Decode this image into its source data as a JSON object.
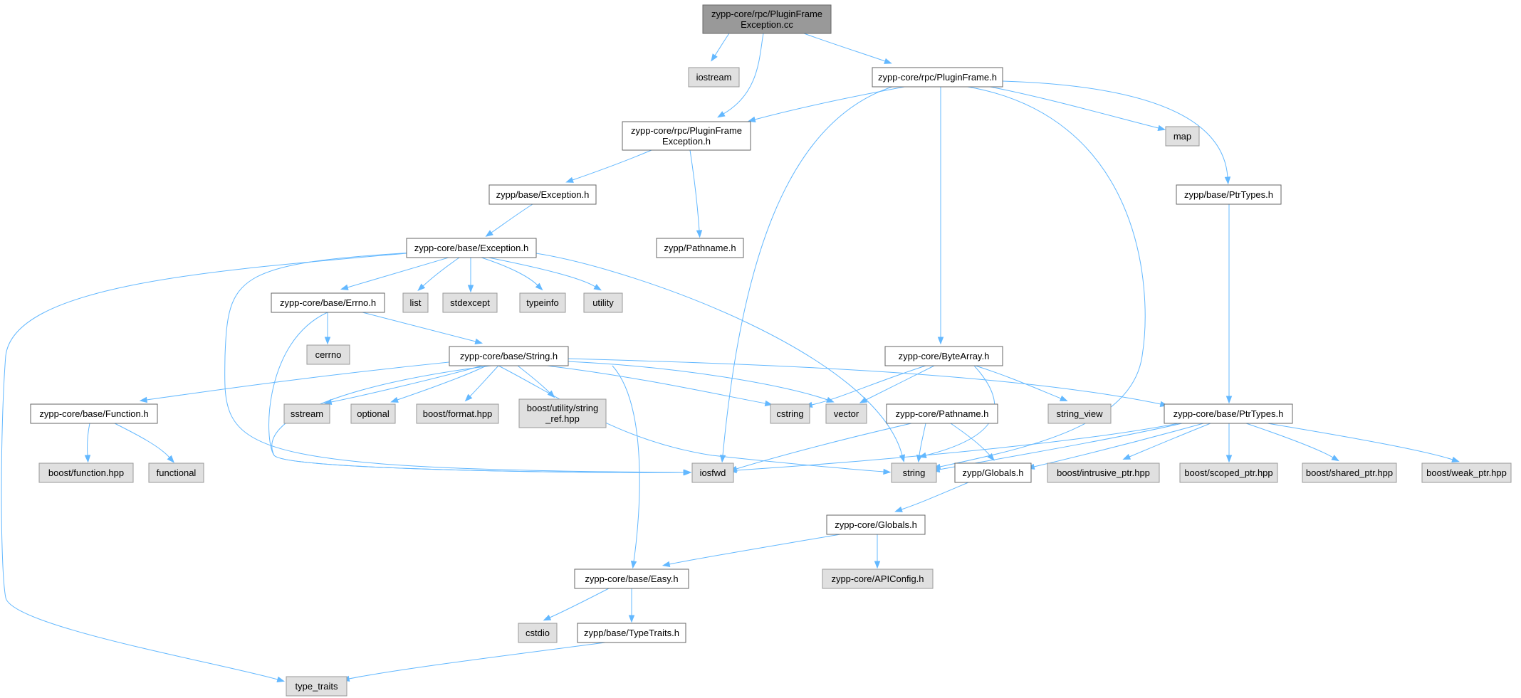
{
  "graph": {
    "nodes": [
      {
        "id": "root",
        "kind": "root",
        "lines": [
          "zypp-core/rpc/PluginFrame",
          "Exception.cc"
        ]
      },
      {
        "id": "iostream",
        "kind": "ext",
        "lines": [
          "iostream"
        ]
      },
      {
        "id": "pf_h",
        "kind": "file",
        "lines": [
          "zypp-core/rpc/PluginFrame.h"
        ]
      },
      {
        "id": "pfe_h",
        "kind": "file",
        "lines": [
          "zypp-core/rpc/PluginFrame",
          "Exception.h"
        ]
      },
      {
        "id": "map",
        "kind": "ext",
        "lines": [
          "map"
        ]
      },
      {
        "id": "zb_exc",
        "kind": "file",
        "lines": [
          "zypp/base/Exception.h"
        ]
      },
      {
        "id": "zb_ptr",
        "kind": "file",
        "lines": [
          "zypp/base/PtrTypes.h"
        ]
      },
      {
        "id": "zcb_exc",
        "kind": "file",
        "lines": [
          "zypp-core/base/Exception.h"
        ]
      },
      {
        "id": "z_path",
        "kind": "file",
        "lines": [
          "zypp/Pathname.h"
        ]
      },
      {
        "id": "errno",
        "kind": "file",
        "lines": [
          "zypp-core/base/Errno.h"
        ]
      },
      {
        "id": "list",
        "kind": "ext",
        "lines": [
          "list"
        ]
      },
      {
        "id": "stdexcept",
        "kind": "ext",
        "lines": [
          "stdexcept"
        ]
      },
      {
        "id": "typeinfo",
        "kind": "ext",
        "lines": [
          "typeinfo"
        ]
      },
      {
        "id": "utility",
        "kind": "ext",
        "lines": [
          "utility"
        ]
      },
      {
        "id": "cerrno",
        "kind": "ext",
        "lines": [
          "cerrno"
        ]
      },
      {
        "id": "string_h",
        "kind": "file",
        "lines": [
          "zypp-core/base/String.h"
        ]
      },
      {
        "id": "bytearray",
        "kind": "file",
        "lines": [
          "zypp-core/ByteArray.h"
        ]
      },
      {
        "id": "function_h",
        "kind": "file",
        "lines": [
          "zypp-core/base/Function.h"
        ]
      },
      {
        "id": "sstream",
        "kind": "ext",
        "lines": [
          "sstream"
        ]
      },
      {
        "id": "optional",
        "kind": "ext",
        "lines": [
          "optional"
        ]
      },
      {
        "id": "bformat",
        "kind": "ext",
        "lines": [
          "boost/format.hpp"
        ]
      },
      {
        "id": "bstringref",
        "kind": "ext",
        "lines": [
          "boost/utility/string",
          "_ref.hpp"
        ]
      },
      {
        "id": "cstring",
        "kind": "ext",
        "lines": [
          "cstring"
        ]
      },
      {
        "id": "vector",
        "kind": "ext",
        "lines": [
          "vector"
        ]
      },
      {
        "id": "zc_path",
        "kind": "file",
        "lines": [
          "zypp-core/Pathname.h"
        ]
      },
      {
        "id": "string_view",
        "kind": "ext",
        "lines": [
          "string_view"
        ]
      },
      {
        "id": "zcb_ptr",
        "kind": "file",
        "lines": [
          "zypp-core/base/PtrTypes.h"
        ]
      },
      {
        "id": "bfunction",
        "kind": "ext",
        "lines": [
          "boost/function.hpp"
        ]
      },
      {
        "id": "functional",
        "kind": "ext",
        "lines": [
          "functional"
        ]
      },
      {
        "id": "iosfwd",
        "kind": "ext",
        "lines": [
          "iosfwd"
        ]
      },
      {
        "id": "string",
        "kind": "ext",
        "lines": [
          "string"
        ]
      },
      {
        "id": "z_globals",
        "kind": "file",
        "lines": [
          "zypp/Globals.h"
        ]
      },
      {
        "id": "bintrusive",
        "kind": "ext",
        "lines": [
          "boost/intrusive_ptr.hpp"
        ]
      },
      {
        "id": "bscoped",
        "kind": "ext",
        "lines": [
          "boost/scoped_ptr.hpp"
        ]
      },
      {
        "id": "bshared",
        "kind": "ext",
        "lines": [
          "boost/shared_ptr.hpp"
        ]
      },
      {
        "id": "bweak",
        "kind": "ext",
        "lines": [
          "boost/weak_ptr.hpp"
        ]
      },
      {
        "id": "zc_globals",
        "kind": "file",
        "lines": [
          "zypp-core/Globals.h"
        ]
      },
      {
        "id": "easy",
        "kind": "file",
        "lines": [
          "zypp-core/base/Easy.h"
        ]
      },
      {
        "id": "apiconfig",
        "kind": "ext",
        "lines": [
          "zypp-core/APIConfig.h"
        ]
      },
      {
        "id": "cstdio",
        "kind": "ext",
        "lines": [
          "cstdio"
        ]
      },
      {
        "id": "typetraits_h",
        "kind": "file",
        "lines": [
          "zypp/base/TypeTraits.h"
        ]
      },
      {
        "id": "type_traits",
        "kind": "ext",
        "lines": [
          "type_traits"
        ]
      }
    ],
    "edges": [
      [
        "root",
        "iostream"
      ],
      [
        "root",
        "pfe_h"
      ],
      [
        "root",
        "pf_h"
      ],
      [
        "pf_h",
        "pfe_h"
      ],
      [
        "pf_h",
        "map"
      ],
      [
        "pf_h",
        "zb_ptr"
      ],
      [
        "pf_h",
        "iosfwd"
      ],
      [
        "pf_h",
        "bytearray"
      ],
      [
        "pf_h",
        "string"
      ],
      [
        "pfe_h",
        "zb_exc"
      ],
      [
        "pfe_h",
        "z_path"
      ],
      [
        "zb_exc",
        "zcb_exc"
      ],
      [
        "zb_ptr",
        "zcb_ptr"
      ],
      [
        "zcb_exc",
        "errno"
      ],
      [
        "zcb_exc",
        "list"
      ],
      [
        "zcb_exc",
        "stdexcept"
      ],
      [
        "zcb_exc",
        "typeinfo"
      ],
      [
        "zcb_exc",
        "utility"
      ],
      [
        "zcb_exc",
        "iosfwd"
      ],
      [
        "zcb_exc",
        "string"
      ],
      [
        "zcb_exc",
        "type_traits"
      ],
      [
        "z_path",
        "zc_path"
      ],
      [
        "errno",
        "cerrno"
      ],
      [
        "errno",
        "string_h"
      ],
      [
        "errno",
        "iosfwd"
      ],
      [
        "string_h",
        "function_h"
      ],
      [
        "string_h",
        "sstream"
      ],
      [
        "string_h",
        "optional"
      ],
      [
        "string_h",
        "bformat"
      ],
      [
        "string_h",
        "bstringref"
      ],
      [
        "string_h",
        "cstring"
      ],
      [
        "string_h",
        "vector"
      ],
      [
        "string_h",
        "zcb_ptr"
      ],
      [
        "string_h",
        "iosfwd"
      ],
      [
        "string_h",
        "string"
      ],
      [
        "string_h",
        "easy"
      ],
      [
        "bytearray",
        "cstring"
      ],
      [
        "bytearray",
        "vector"
      ],
      [
        "bytearray",
        "string_view"
      ],
      [
        "bytearray",
        "string"
      ],
      [
        "function_h",
        "bfunction"
      ],
      [
        "function_h",
        "functional"
      ],
      [
        "zc_path",
        "iosfwd"
      ],
      [
        "zc_path",
        "string"
      ],
      [
        "zc_path",
        "z_globals"
      ],
      [
        "zcb_ptr",
        "iosfwd"
      ],
      [
        "zcb_ptr",
        "string"
      ],
      [
        "zcb_ptr",
        "z_globals"
      ],
      [
        "zcb_ptr",
        "bintrusive"
      ],
      [
        "zcb_ptr",
        "bscoped"
      ],
      [
        "zcb_ptr",
        "bshared"
      ],
      [
        "zcb_ptr",
        "bweak"
      ],
      [
        "z_globals",
        "zc_globals"
      ],
      [
        "zc_globals",
        "easy"
      ],
      [
        "zc_globals",
        "apiconfig"
      ],
      [
        "easy",
        "cstdio"
      ],
      [
        "easy",
        "typetraits_h"
      ],
      [
        "typetraits_h",
        "type_traits"
      ]
    ]
  }
}
